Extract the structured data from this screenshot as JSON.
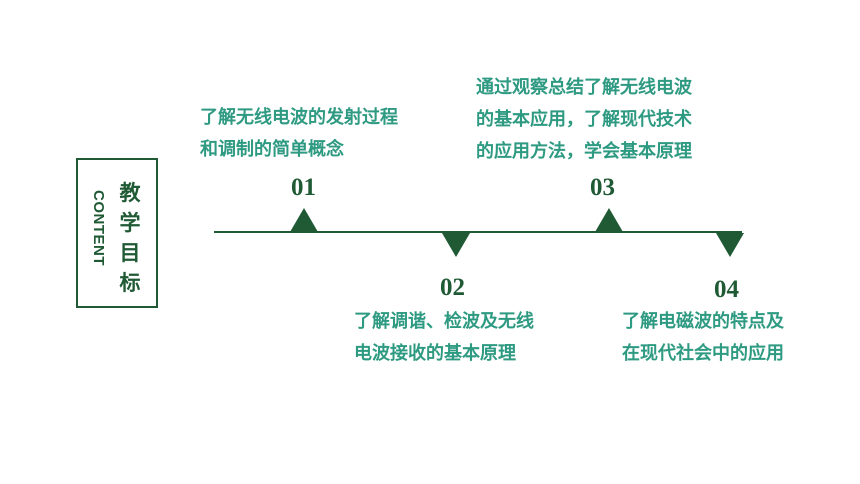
{
  "sidebar": {
    "english": "CONTENT",
    "chinese": "教学目标"
  },
  "goals": [
    {
      "number": "01",
      "lines": [
        "了解无线电波的发射过程",
        "和调制的简单概念"
      ]
    },
    {
      "number": "02",
      "lines": [
        "了解调谐、检波及无线",
        "电波接收的基本原理"
      ]
    },
    {
      "number": "03",
      "lines": [
        "通过观察总结了解无线电波",
        "的基本应用，了解现代技术",
        "的应用方法，学会基本原理"
      ]
    },
    {
      "number": "04",
      "lines": [
        "了解电磁波的特点及",
        "在现代社会中的应用"
      ]
    }
  ],
  "colors": {
    "dark_green": "#1f5a35",
    "teal_text": "#2e9a82"
  }
}
